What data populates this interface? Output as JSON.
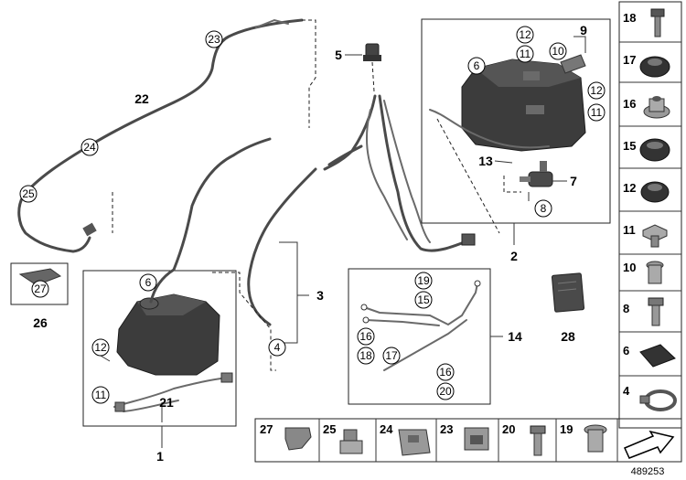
{
  "diagram_id": "489253",
  "callouts": {
    "c1": "1",
    "c2": "2",
    "c3": "3",
    "c4": "4",
    "c5": "5",
    "c6a": "6",
    "c6b": "6",
    "c7": "7",
    "c8": "8",
    "c9": "9",
    "c10": "10",
    "c11a": "11",
    "c11b": "11",
    "c11c": "11",
    "c12a": "12",
    "c12b": "12",
    "c12c": "12",
    "c13": "13",
    "c14": "14",
    "c15": "15",
    "c16a": "16",
    "c16b": "16",
    "c17": "17",
    "c18": "18",
    "c19": "19",
    "c20": "20",
    "c21": "21",
    "c22": "22",
    "c23": "23",
    "c24": "24",
    "c25": "25",
    "c26": "26",
    "c27": "27",
    "c28": "28"
  },
  "side_panel": [
    "18",
    "17",
    "16",
    "15",
    "12",
    "11",
    "10",
    "8",
    "6",
    "4"
  ],
  "bottom_panel": [
    "27",
    "25",
    "24",
    "23",
    "20",
    "19"
  ]
}
